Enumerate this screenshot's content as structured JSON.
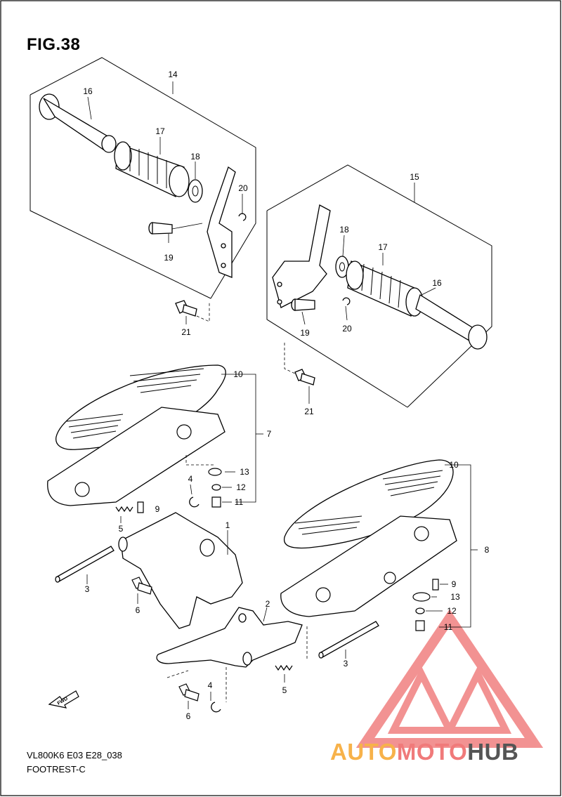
{
  "figure": {
    "title": "FIG.38"
  },
  "footer": {
    "code": "VL800K6 E03 E28_038",
    "name": "FOOTREST-C"
  },
  "fwd_label": "FWD",
  "callouts": [
    "1",
    "2",
    "3",
    "3",
    "4",
    "4",
    "5",
    "5",
    "6",
    "6",
    "7",
    "8",
    "9",
    "9",
    "10",
    "10",
    "11",
    "11",
    "12",
    "12",
    "13",
    "13",
    "14",
    "15",
    "16",
    "16",
    "17",
    "17",
    "18",
    "18",
    "19",
    "19",
    "20",
    "20",
    "21",
    "21"
  ],
  "watermark": {
    "part1": "AUTO",
    "part2": "MOTO",
    "part3": "HUB",
    "colors": {
      "auto": "#f7b24a",
      "moto": "#f07a7a",
      "hub": "#555555",
      "logo": "#ef7f7f"
    }
  }
}
